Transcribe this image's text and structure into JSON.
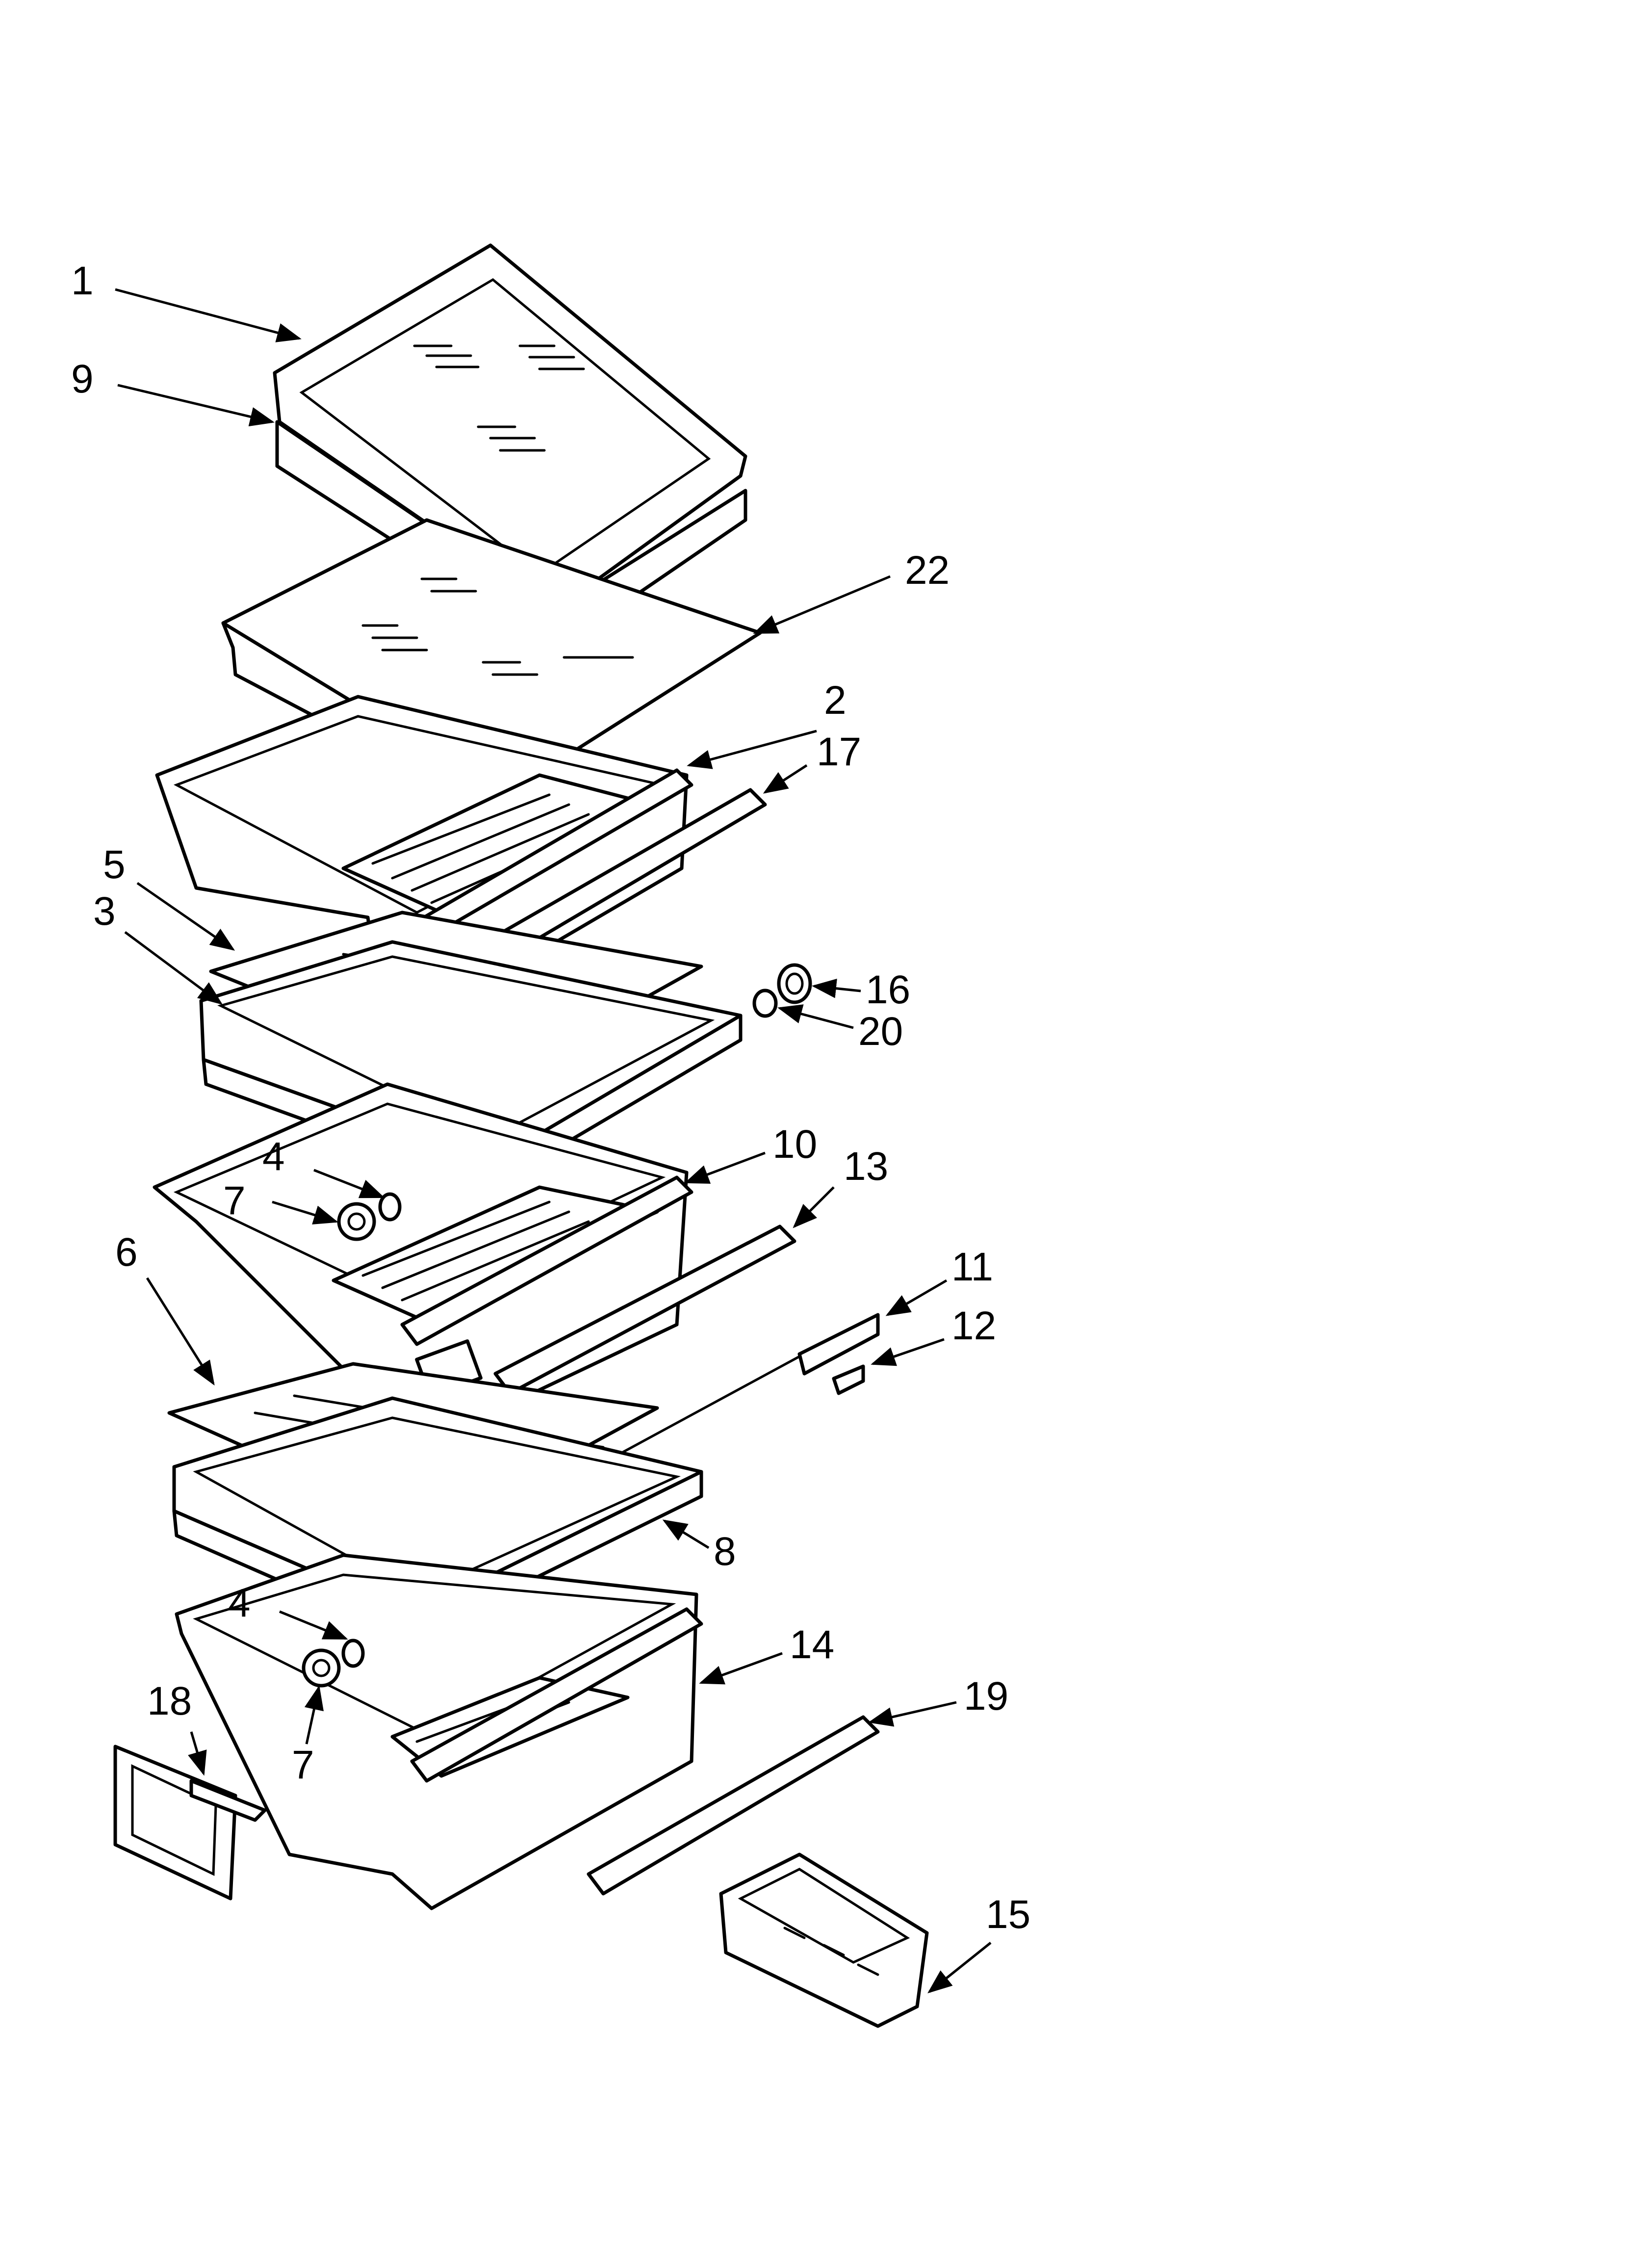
{
  "callouts": [
    "1",
    "9",
    "22",
    "2",
    "17",
    "5",
    "3",
    "16",
    "20",
    "10",
    "4",
    "7",
    "13",
    "6",
    "11",
    "12",
    "8",
    "4",
    "7",
    "14",
    "18",
    "19",
    "15"
  ]
}
